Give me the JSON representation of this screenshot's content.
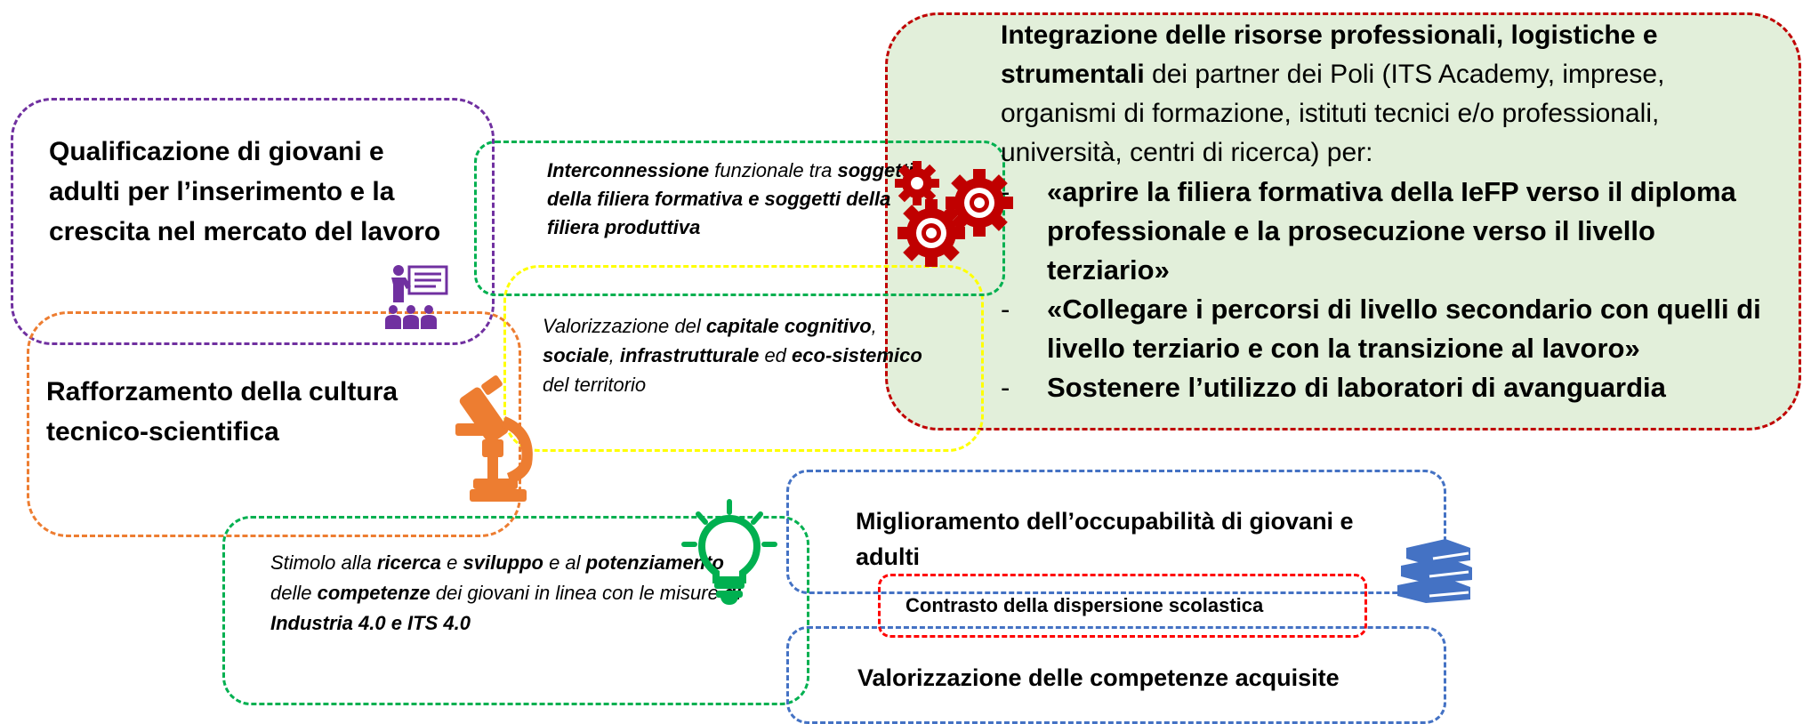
{
  "colors": {
    "main_fill": "#e2efda",
    "red": "#c00000",
    "purple": "#7030a0",
    "green": "#00b050",
    "yellow": "#ffff00",
    "orange": "#ed7d31",
    "blue": "#4472c4",
    "bright_red": "#ff0000"
  },
  "icons": {
    "gears": "gears-icon",
    "teacher": "teacher-presentation-icon",
    "microscope": "microscope-icon",
    "lightbulb": "lightbulb-icon",
    "books": "books-icon"
  },
  "main": {
    "intro_bold": "Integrazione delle risorse professionali, logistiche e strumentali",
    "intro_rest": " dei partner dei Poli (ITS Academy, imprese, organismi di formazione, istituti tecnici e/o professionali, università, centri di ricerca) per:",
    "bullets": [
      {
        "marker": "-",
        "text": "«aprire la filiera formativa della IeFP verso il diploma  professionale e la prosecuzione verso il livello terziario»"
      },
      {
        "marker": "-",
        "text": "«Collegare i percorsi di livello secondario con quelli di livello terziario e con la transizione al lavoro»"
      },
      {
        "marker": "-",
        "text": "Sostenere l’utilizzo di laboratori di avanguardia"
      }
    ]
  },
  "purple_box": {
    "text": "Qualificazione  di giovani e adulti per l’inserimento e la crescita nel mercato del lavoro"
  },
  "green_top_box": {
    "p1_bi": "Interconnessione",
    "p1_i": " funzionale tra ",
    "p2_bi": "soggetti della filiera formativa e soggetti della filiera produttiva"
  },
  "yellow_box": {
    "t1": "Valorizzazione del ",
    "b1": "capitale cognitivo",
    "t2": ", ",
    "b2": "sociale",
    "t3": ", ",
    "b3": "infrastrutturale",
    "t4": " ed ",
    "b4": "eco-sistemico",
    "t5": " del territorio"
  },
  "orange_box": {
    "text": "Rafforzamento della cultura tecnico-scientifica"
  },
  "green_bottom_box": {
    "t1": "Stimolo alla ",
    "b1": "ricerca",
    "t2": " e ",
    "b2": "sviluppo",
    "t3": " e al ",
    "b3": "potenziamento",
    "t4": " delle ",
    "b4": "competenze",
    "t5": " dei giovani in linea con le misure ",
    "b5": "di Industria 4.0 e ITS 4.0"
  },
  "blue_top_box": {
    "text": "Miglioramento dell’occupabilità di giovani e adulti"
  },
  "red_small_box": {
    "text": "Contrasto della dispersione scolastica"
  },
  "blue_bottom_box": {
    "text": "Valorizzazione delle competenze acquisite"
  }
}
